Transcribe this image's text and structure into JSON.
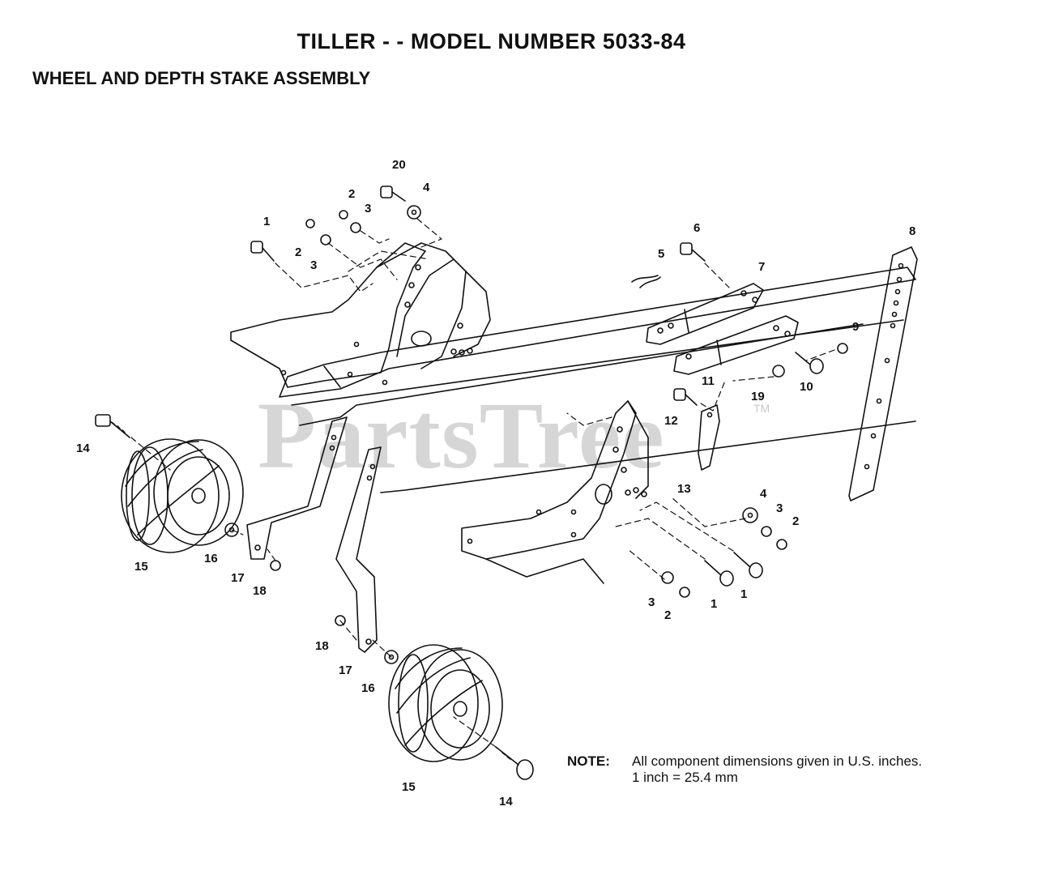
{
  "header": {
    "title": "TILLER - - MODEL NUMBER 5033-84",
    "subtitle": "WHEEL AND DEPTH STAKE ASSEMBLY"
  },
  "watermark": {
    "text": "PartsTree",
    "tm": "TM"
  },
  "callouts": [
    "1",
    "2",
    "3",
    "4",
    "5",
    "6",
    "7",
    "8",
    "9",
    "10",
    "11",
    "12",
    "13",
    "14",
    "15",
    "16",
    "17",
    "18",
    "19",
    "20"
  ],
  "note": {
    "label": "NOTE:",
    "line1": "All component dimensions given in U.S. inches.",
    "line2": "1 inch = 25.4 mm"
  }
}
